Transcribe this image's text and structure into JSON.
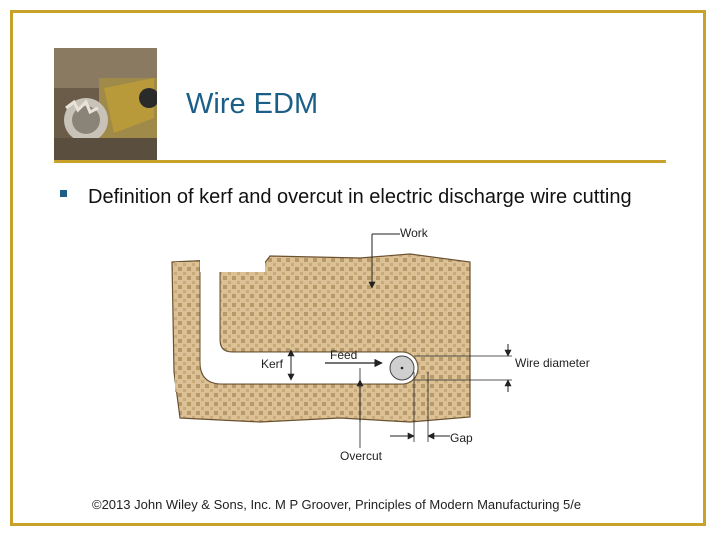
{
  "slide": {
    "title": "Wire EDM",
    "bullet": "Definition of kerf and overcut in electric discharge wire cutting",
    "footer": "©2013 John Wiley & Sons, Inc.  M P Groover, Principles of Modern Manufacturing 5/e"
  },
  "diagram": {
    "labels": {
      "work": "Work",
      "feed": "Feed",
      "kerf": "Kerf",
      "wire_diameter": "Wire diameter",
      "gap": "Gap",
      "overcut": "Overcut"
    }
  },
  "colors": {
    "border_gold": "#c8a22a",
    "title_blue": "#1b5f88",
    "work_fill": "#d9bc8a",
    "wire_fill": "#cfcfcf"
  }
}
